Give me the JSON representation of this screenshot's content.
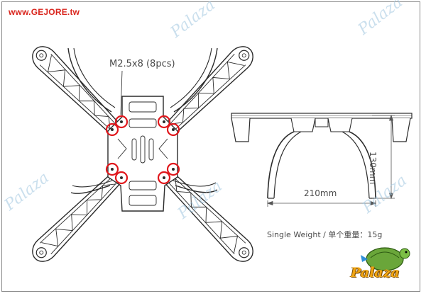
{
  "header": {
    "site_url": "www.GEJORE.tw"
  },
  "annotations": {
    "screw_spec": "M2.5x8 (8pcs)",
    "width": "210mm",
    "height": "130mm",
    "weight": "Single Weight / 单个重量：15g"
  },
  "watermark": {
    "text": "Palaza"
  },
  "logo": {
    "text": "Palaza"
  },
  "colors": {
    "highlight": "#e0161b",
    "line": "#2b2b2b",
    "dimension": "#555555",
    "watermark": "#9fc6e0",
    "logo_text": "#f1a512"
  }
}
